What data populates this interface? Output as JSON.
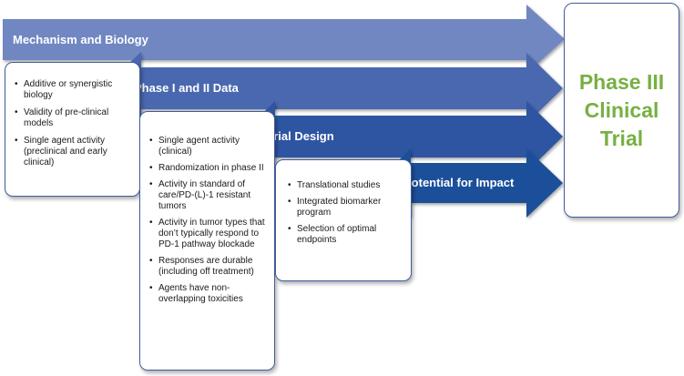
{
  "colors": {
    "arrow_light": "#6f87c2",
    "arrow_mid": "#4a68af",
    "arrow_dark": "#2d55a2",
    "arrow_darkest": "#1c4f9a",
    "box_border": "#3f5e9c",
    "phase3_text": "#77b043"
  },
  "arrows": {
    "mechanism": "Mechanism and Biology",
    "phase12": "Phase I and II Data",
    "trial_design": "Trial Design",
    "impact": "Potential for Impact"
  },
  "boxes": {
    "mechanism": [
      "Additive or synergistic biology",
      "Validity of pre-clinical models",
      "Single agent activity (preclinical and early clinical)"
    ],
    "phase12": [
      "Single agent activity (clinical)",
      "Randomization in phase II",
      "Activity in standard of care/PD-(L)-1 resistant tumors",
      "Activity in tumor types that don’t typically respond to PD-1 pathway blockade",
      "Responses are durable (including off treatment)",
      "Agents have non-overlapping toxicities"
    ],
    "trial_design": [
      "Translational studies",
      "Integrated biomarker program",
      "Selection of optimal endpoints"
    ]
  },
  "phase3": {
    "line1": "Phase III",
    "line2": "Clinical",
    "line3": "Trial"
  }
}
